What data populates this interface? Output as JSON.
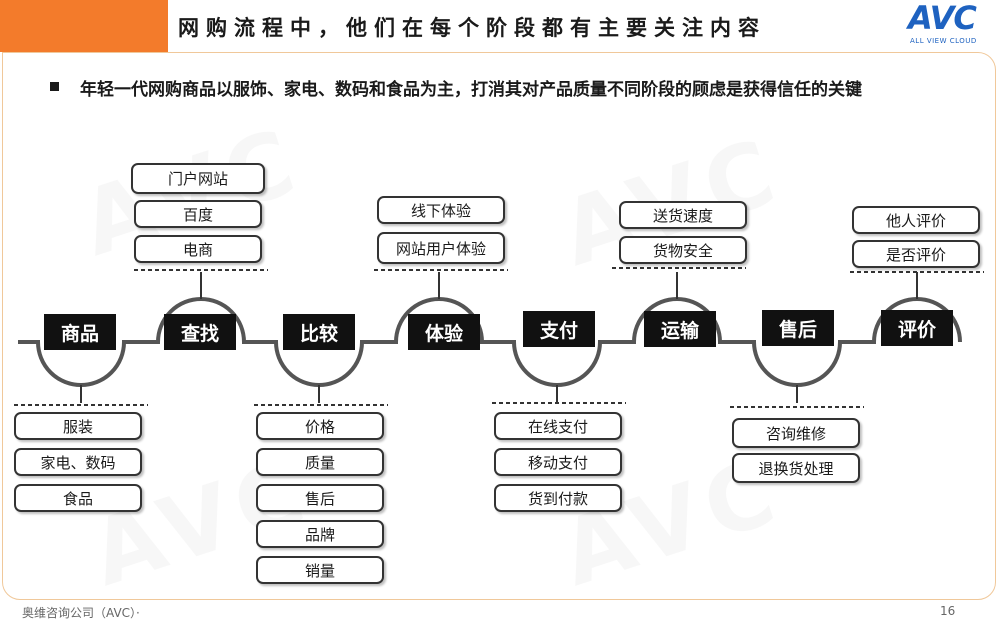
{
  "header": {
    "title": "网购流程中，他们在每个阶段都有主要关注内容",
    "logo_main": "AVC",
    "logo_sub": "ALL VIEW CLOUD"
  },
  "bullet": {
    "text": "年轻一代网购商品以服饰、家电、数码和食品为主，打消其对产品质量不同阶段的顾虑是获得信任的关键"
  },
  "stages": [
    {
      "label": "商品",
      "items": [
        "服装",
        "家电、数码",
        "食品"
      ]
    },
    {
      "label": "查找",
      "items": [
        "门户网站",
        "百度",
        "电商"
      ]
    },
    {
      "label": "比较",
      "items": [
        "价格",
        "质量",
        "售后",
        "品牌",
        "销量"
      ]
    },
    {
      "label": "体验",
      "items": [
        "线下体验",
        "网站用户体验"
      ]
    },
    {
      "label": "支付",
      "items": [
        "在线支付",
        "移动支付",
        "货到付款"
      ]
    },
    {
      "label": "运输",
      "items": [
        "送货速度",
        "货物安全"
      ]
    },
    {
      "label": "售后",
      "items": [
        "咨询维修",
        "退换货处理"
      ]
    },
    {
      "label": "评价",
      "items": [
        "他人评价",
        "是否评价"
      ]
    }
  ],
  "footer": {
    "text": "奥维咨询公司（AVC）·",
    "page": "16"
  }
}
